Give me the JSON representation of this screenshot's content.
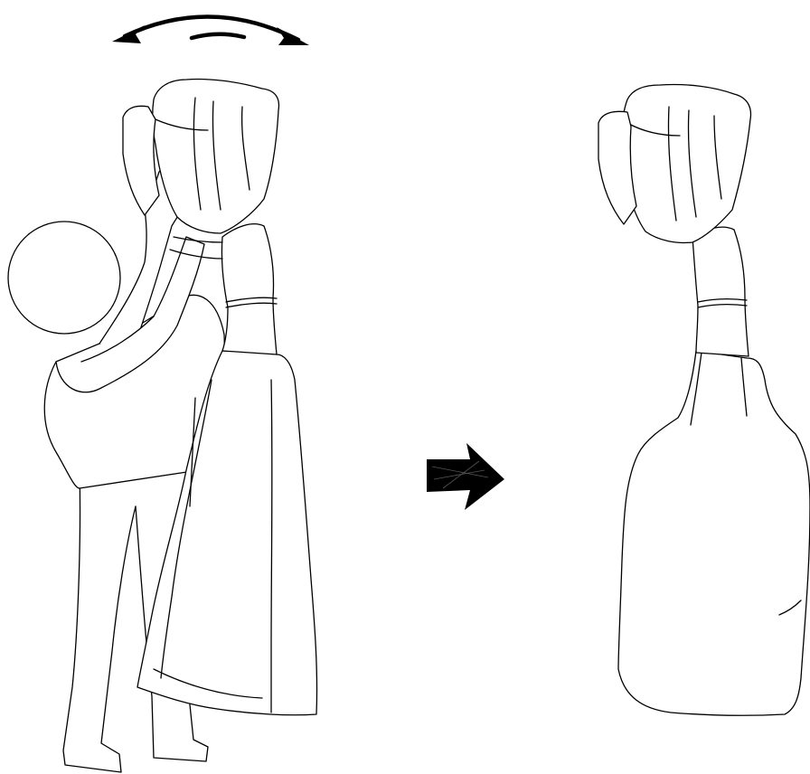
{
  "figure": {
    "panels": [
      {
        "id": "before",
        "subject": "person-holding-garment-bag-on-hanger",
        "motion": "swing-left-right"
      },
      {
        "id": "after",
        "subject": "garment-bag-settled"
      }
    ],
    "transition_icon": "right-arrow-icon",
    "motion_icon": "double-headed-curved-arrow-icon",
    "line_color": "#000000",
    "fill_color": "#ffffff"
  }
}
